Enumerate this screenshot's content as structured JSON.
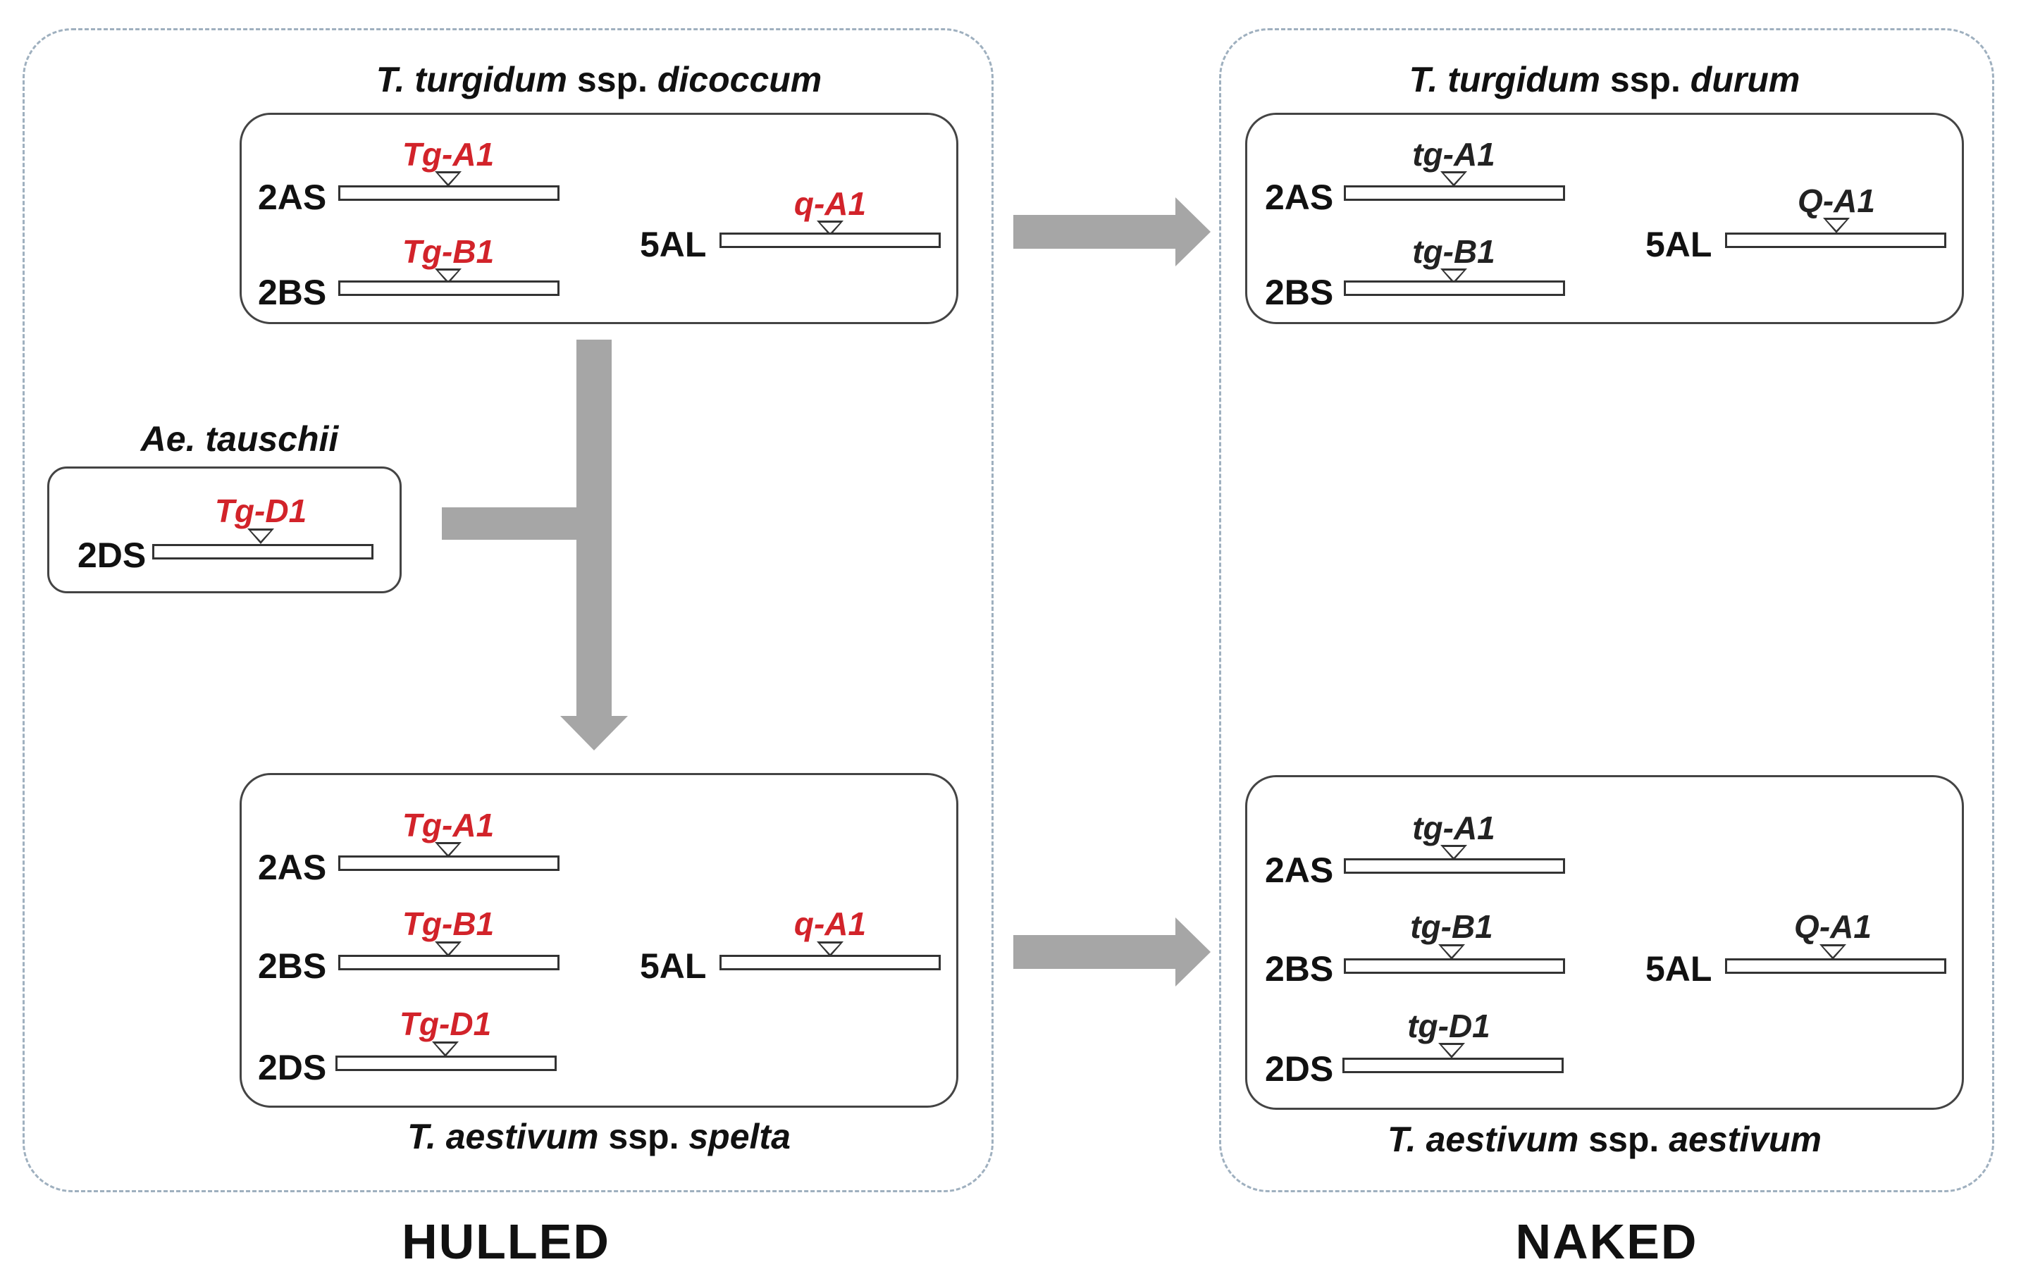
{
  "regions": {
    "hulled_label": "HULLED",
    "naked_label": "NAKED"
  },
  "species": {
    "dicoccum": {
      "genus": "T. turgidum",
      "ssp": "ssp.",
      "name": "dicoccum"
    },
    "durum": {
      "genus": "T. turgidum",
      "ssp": "ssp.",
      "name": "durum"
    },
    "tauschii": {
      "genus": "Ae. tauschii"
    },
    "spelta": {
      "genus": "T. aestivum",
      "ssp": "ssp.",
      "name": "spelta"
    },
    "aestivum": {
      "genus": "T. aestivum",
      "ssp": "ssp.",
      "name": "aestivum"
    }
  },
  "chromosomes": {
    "dicoccum": {
      "2AS": {
        "arm": "2AS",
        "gene": "Tg-A1"
      },
      "2BS": {
        "arm": "2BS",
        "gene": "Tg-B1"
      },
      "5AL": {
        "arm": "5AL",
        "gene": "q-A1"
      }
    },
    "durum": {
      "2AS": {
        "arm": "2AS",
        "gene": "tg-A1"
      },
      "2BS": {
        "arm": "2BS",
        "gene": "tg-B1"
      },
      "5AL": {
        "arm": "5AL",
        "gene": "Q-A1"
      }
    },
    "tauschii": {
      "2DS": {
        "arm": "2DS",
        "gene": "Tg-D1"
      }
    },
    "spelta": {
      "2AS": {
        "arm": "2AS",
        "gene": "Tg-A1"
      },
      "2BS": {
        "arm": "2BS",
        "gene": "Tg-B1"
      },
      "2DS": {
        "arm": "2DS",
        "gene": "Tg-D1"
      },
      "5AL": {
        "arm": "5AL",
        "gene": "q-A1"
      }
    },
    "aestivum": {
      "2AS": {
        "arm": "2AS",
        "gene": "tg-A1"
      },
      "2BS": {
        "arm": "2BS",
        "gene": "tg-B1"
      },
      "2DS": {
        "arm": "2DS",
        "gene": "tg-D1"
      },
      "5AL": {
        "arm": "5AL",
        "gene": "Q-A1"
      }
    }
  },
  "colors": {
    "hulled_gene": "#d2232a",
    "naked_gene": "#222222",
    "arrow": "#a6a6a6",
    "region_border": "#9fb0bf"
  }
}
